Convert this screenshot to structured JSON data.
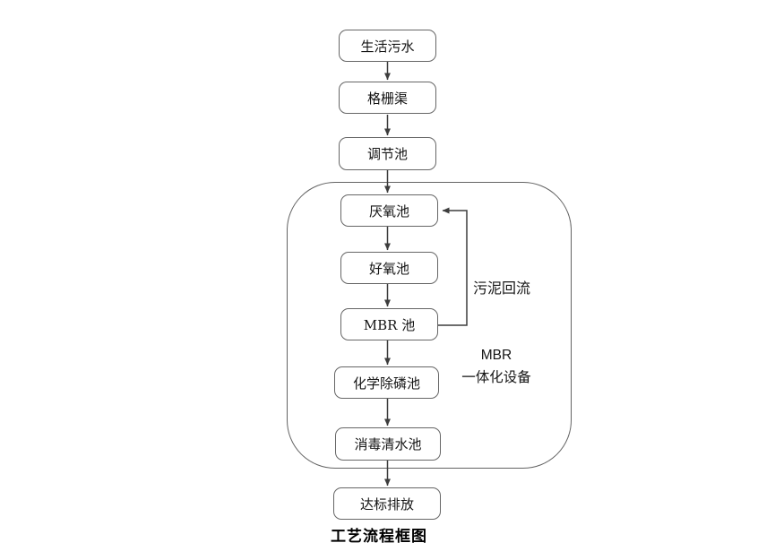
{
  "diagram": {
    "caption": "工艺流程框图",
    "boxes": [
      {
        "id": "domestic-sewage",
        "label": "生活污水"
      },
      {
        "id": "bar-screen-channel",
        "label": "格栅渠"
      },
      {
        "id": "regulating-tank",
        "label": "调节池"
      },
      {
        "id": "anaerobic-tank",
        "label": "厌氧池"
      },
      {
        "id": "aerobic-tank",
        "label": "好氧池"
      },
      {
        "id": "mbr-tank",
        "label": "MBR 池"
      },
      {
        "id": "chemical-phosphorus-removal-tank",
        "label": "化学除磷池"
      },
      {
        "id": "disinfection-clean-water-tank",
        "label": "消毒清水池"
      },
      {
        "id": "standard-discharge",
        "label": "达标排放"
      }
    ],
    "annotations": {
      "sludge_return": "污泥回流",
      "container_label_line1": "MBR",
      "container_label_line2": "一体化设备"
    },
    "flow": [
      "生活污水 → 格栅渠 → 调节池 → 厌氧池 → 好氧池 → MBR 池 → 化学除磷池 → 消毒清水池 → 达标排放",
      "MBR 池 → 厌氧池 (污泥回流)"
    ],
    "colors": {
      "box_border": "#666666",
      "container_border": "#636363",
      "arrow": "#3d3d3d",
      "text": "#141414",
      "background": "#ffffff"
    }
  }
}
